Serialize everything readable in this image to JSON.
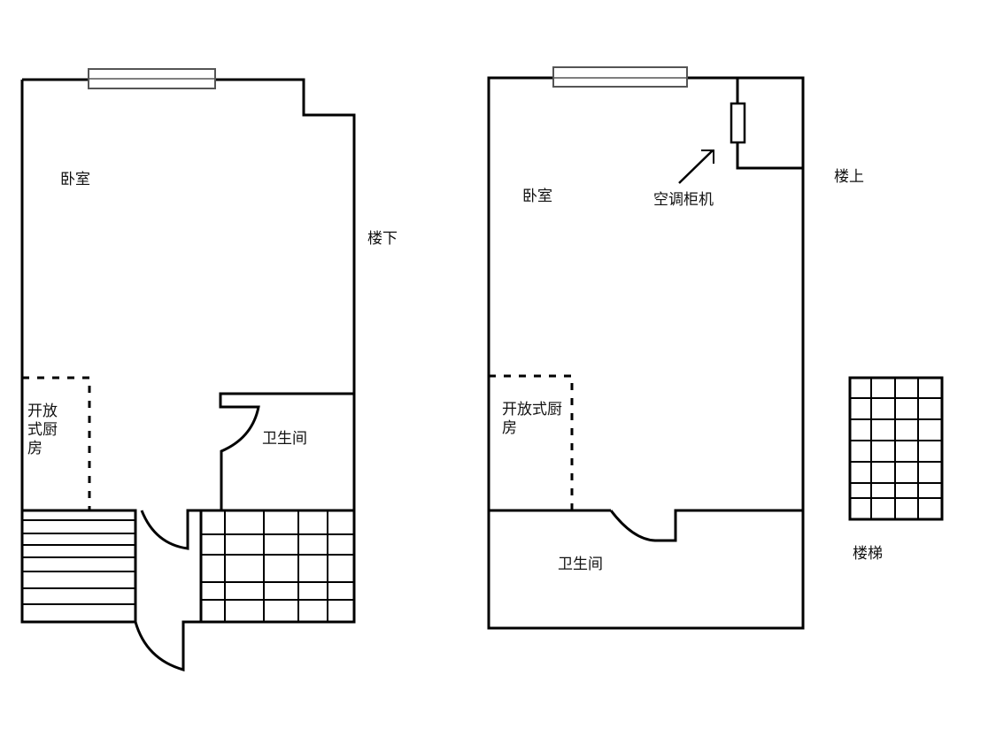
{
  "downstairs": {
    "floor_label": "楼下",
    "bedroom": "卧室",
    "kitchen": "开放式厨房",
    "bathroom": "卫生间"
  },
  "upstairs": {
    "floor_label": "楼上",
    "bedroom": "卧室",
    "ac_unit": "空调柜机",
    "kitchen": "开放式厨房",
    "bathroom": "卫生间",
    "stairs": "楼梯"
  }
}
